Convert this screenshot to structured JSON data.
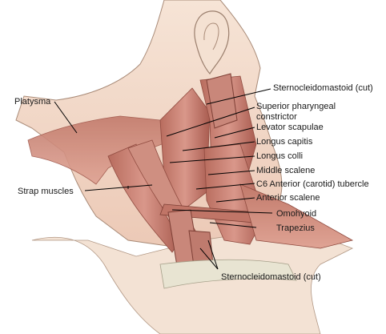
{
  "labels": {
    "platysma": "Platysma",
    "strap_muscles": "Strap muscles",
    "scm_cut_top": "Sternocleidomastoid (cut)",
    "superior_pharyngeal_constrictor": "Superior pharyngeal constrictor",
    "levator_scapulae": "Levator scapulae",
    "longus_capitis": "Longus capitis",
    "longus_colli": "Longus colli",
    "middle_scalene": "Middle scalene",
    "c6_tubercle": "C6 Anterior (carotid) tubercle",
    "anterior_scalene": "Anterior scalene",
    "omohyoid": "Omohyoid",
    "trapezius": "Trapezius",
    "scm_cut_bottom": "Sternocleidomastoid (cut)"
  },
  "colors": {
    "muscle": "#c98272",
    "muscle_dark": "#9e5448",
    "skin": "#f1dccd",
    "skin_edge": "#a98b78",
    "bone": "#e7e3cf",
    "leader": "#000000"
  }
}
